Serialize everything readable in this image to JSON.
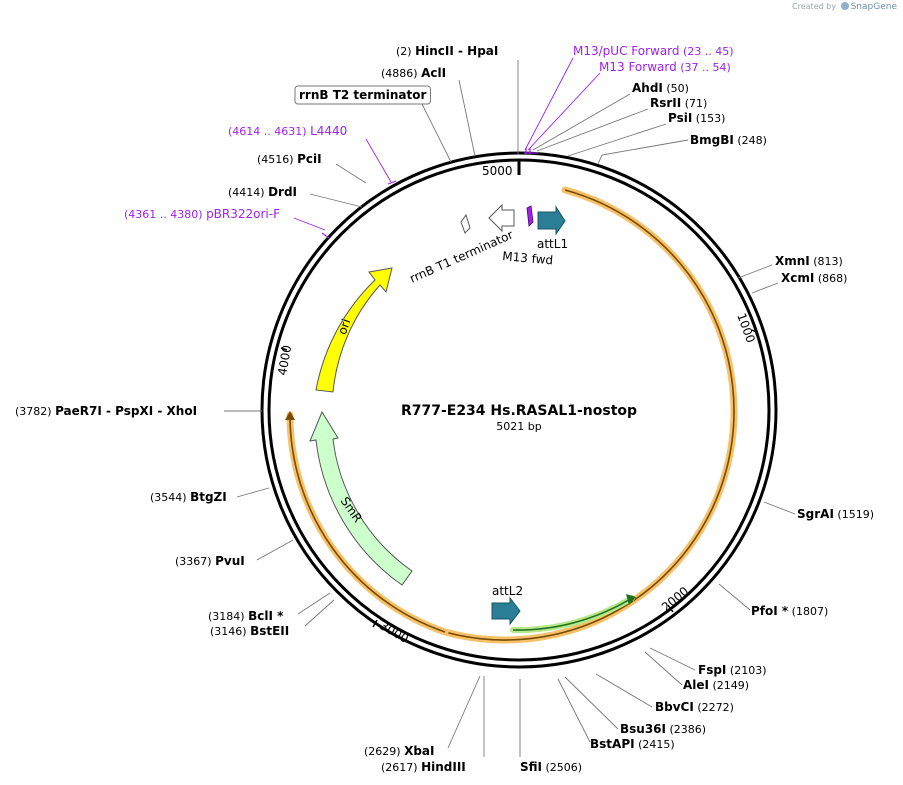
{
  "credit": {
    "prefix": "Created by",
    "brand": "SnapGene"
  },
  "plasmid": {
    "name": "R777-E234 Hs.RASAL1-nostop",
    "size_label": "5021 bp",
    "length": 5021
  },
  "colors": {
    "orange": "#f5a623",
    "purple": "#a020f0",
    "teal": "#2a7f96",
    "yellow": "#ffff00",
    "smr": "#ccffcc",
    "green": "#1e8f1e"
  },
  "ticks": [
    {
      "label": "5000",
      "pos": 5000
    },
    {
      "label": "1000",
      "pos": 1000
    },
    {
      "label": "2000",
      "pos": 2000
    },
    {
      "label": "3000",
      "pos": 3000
    },
    {
      "label": "4000",
      "pos": 4000
    }
  ],
  "sites": [
    {
      "name": "HincII",
      "extra": "  -  HpaI",
      "pos": "(2)",
      "numFirst": true,
      "color": "#000"
    },
    {
      "name": "AclI",
      "extra": "",
      "pos": "(4886)",
      "numFirst": true,
      "color": "#000"
    },
    {
      "name": "M13/pUC Forward",
      "extra": "",
      "pos": "(23 .. 45)",
      "numFirst": false,
      "color": "#a020f0"
    },
    {
      "name": "M13 Forward",
      "extra": "",
      "pos": "(37 .. 54)",
      "numFirst": false,
      "color": "#a020f0"
    },
    {
      "name": "AhdI",
      "extra": "",
      "pos": "(50)",
      "numFirst": false,
      "color": "#000"
    },
    {
      "name": "RsrII",
      "extra": "",
      "pos": "(71)",
      "numFirst": false,
      "color": "#000"
    },
    {
      "name": "PsiI",
      "extra": "",
      "pos": "(153)",
      "numFirst": false,
      "color": "#000"
    },
    {
      "name": "BmgBI",
      "extra": "",
      "pos": "(248)",
      "numFirst": false,
      "color": "#000"
    },
    {
      "name": "XmnI",
      "extra": "",
      "pos": "(813)",
      "numFirst": false,
      "color": "#000"
    },
    {
      "name": "XcmI",
      "extra": "",
      "pos": "(868)",
      "numFirst": false,
      "color": "#000"
    },
    {
      "name": "SgrAI",
      "extra": "",
      "pos": "(1519)",
      "numFirst": false,
      "color": "#000"
    },
    {
      "name": "PfoI *",
      "extra": "",
      "pos": "(1807)",
      "numFirst": false,
      "color": "#000"
    },
    {
      "name": "FspI",
      "extra": "",
      "pos": "(2103)",
      "numFirst": false,
      "color": "#000"
    },
    {
      "name": "AleI",
      "extra": "",
      "pos": "(2149)",
      "numFirst": false,
      "color": "#000"
    },
    {
      "name": "BbvCI",
      "extra": "",
      "pos": "(2272)",
      "numFirst": false,
      "color": "#000"
    },
    {
      "name": "Bsu36I",
      "extra": "",
      "pos": "(2386)",
      "numFirst": false,
      "color": "#000"
    },
    {
      "name": "BstAPI",
      "extra": "",
      "pos": "(2415)",
      "numFirst": false,
      "color": "#000"
    },
    {
      "name": "SfiI",
      "extra": "",
      "pos": "(2506)",
      "numFirst": false,
      "color": "#000"
    },
    {
      "name": "HindIII",
      "extra": "",
      "pos": "(2617)",
      "numFirst": true,
      "color": "#000"
    },
    {
      "name": "XbaI",
      "extra": "",
      "pos": "(2629)",
      "numFirst": true,
      "color": "#000"
    },
    {
      "name": "BstEII",
      "extra": "",
      "pos": "(3146)",
      "numFirst": true,
      "color": "#000"
    },
    {
      "name": "BclI *",
      "extra": "",
      "pos": "(3184)",
      "numFirst": true,
      "color": "#000"
    },
    {
      "name": "PvuI",
      "extra": "",
      "pos": "(3367)",
      "numFirst": true,
      "color": "#000"
    },
    {
      "name": "BtgZI",
      "extra": "",
      "pos": "(3544)",
      "numFirst": true,
      "color": "#000"
    },
    {
      "name": "PaeR7I",
      "extra": "  -  PspXI  -  XhoI",
      "pos": "(3782)",
      "numFirst": true,
      "color": "#000"
    },
    {
      "name": "pBR322ori-F",
      "extra": "",
      "pos": "(4361 .. 4380)",
      "numFirst": true,
      "color": "#a020f0"
    },
    {
      "name": "DrdI",
      "extra": "",
      "pos": "(4414)",
      "numFirst": true,
      "color": "#000"
    },
    {
      "name": "PciI",
      "extra": "",
      "pos": "(4516)",
      "numFirst": true,
      "color": "#000"
    },
    {
      "name": "L4440",
      "extra": "",
      "pos": "(4614 .. 4631)",
      "numFirst": true,
      "color": "#a020f0"
    },
    {
      "name": "rrnB T2 terminator",
      "extra": "",
      "pos": "",
      "numFirst": false,
      "color": "#000",
      "boxed": true
    }
  ],
  "features": [
    {
      "label": "ori",
      "type": "ori",
      "color": "#ffff00"
    },
    {
      "label": "SmR",
      "type": "cds",
      "color": "#ccffcc"
    },
    {
      "label": "attL1",
      "type": "att",
      "color": "#2a7f96"
    },
    {
      "label": "attL2",
      "type": "att",
      "color": "#2a7f96"
    },
    {
      "label": "M13 fwd",
      "type": "primer",
      "color": "#a020f0"
    },
    {
      "label": "rrnB T1 terminator",
      "type": "terminator",
      "color": "#ffffff"
    }
  ]
}
